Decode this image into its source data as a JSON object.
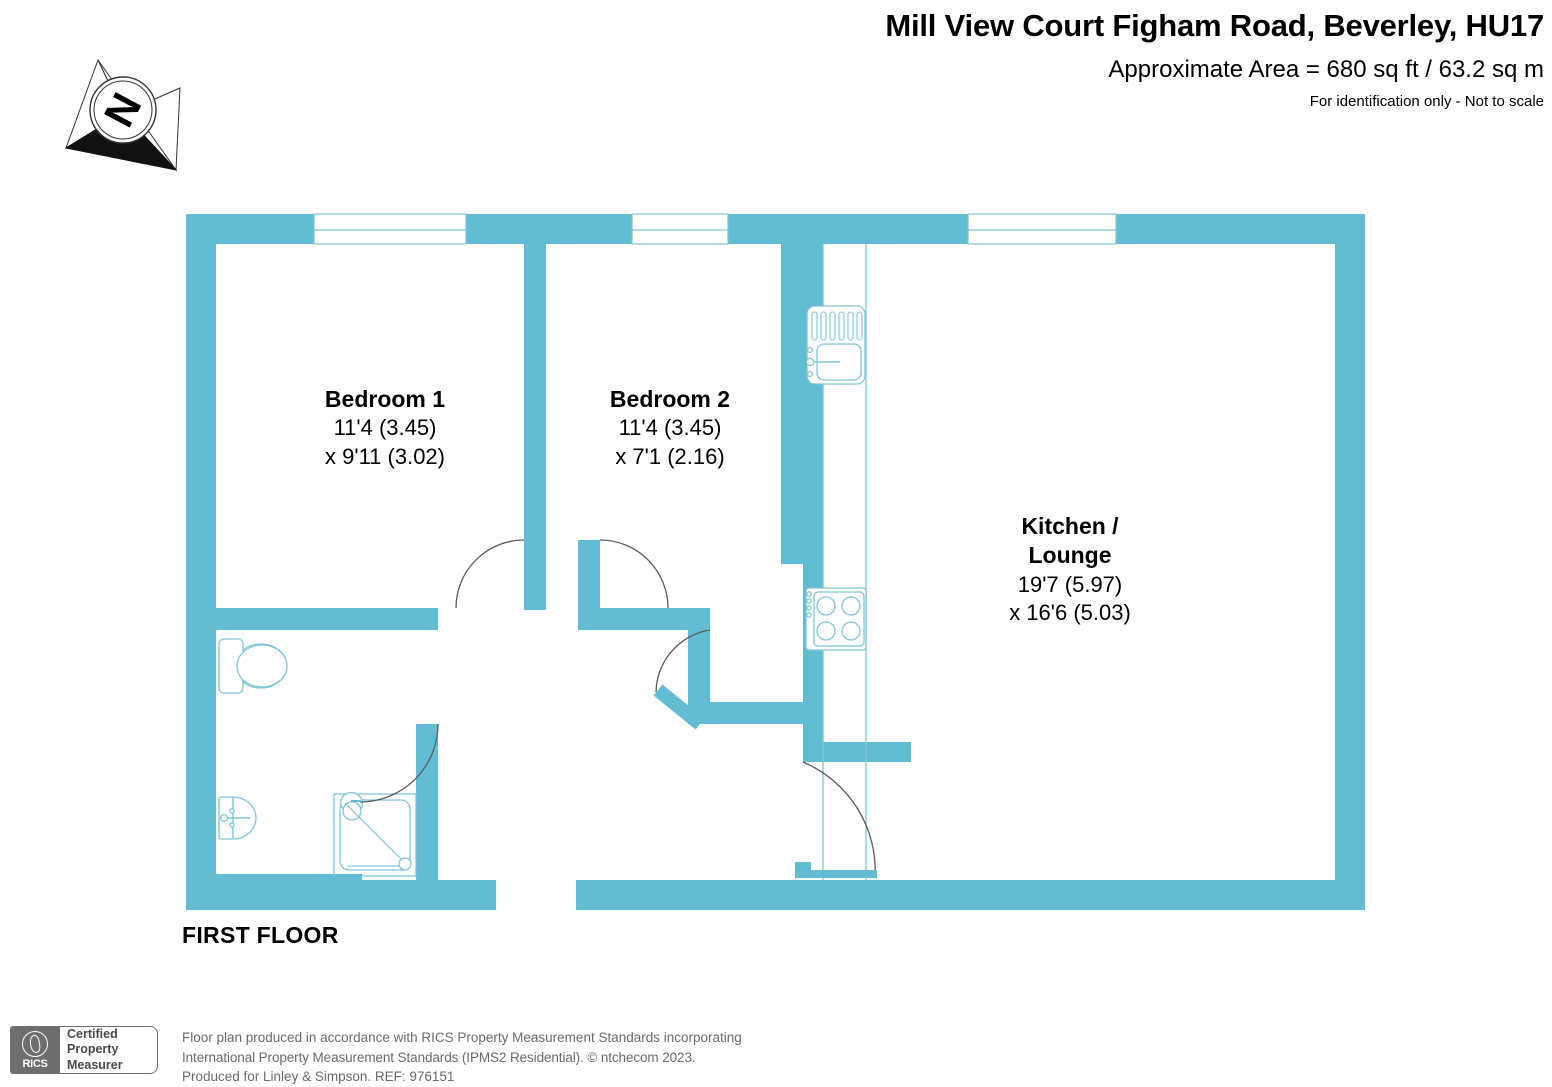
{
  "header": {
    "title": "Mill View Court Figham Road, Beverley, HU17",
    "area": "Approximate Area = 680 sq ft / 63.2 sq m",
    "disclaimer": "For identification only - Not to scale"
  },
  "compass": {
    "letter": "N",
    "icon": "compass-rose-icon"
  },
  "floor": {
    "name": "FIRST FLOOR"
  },
  "colors": {
    "wall": "#62BDD2",
    "fixture_stroke": "#7FC5D6",
    "door_arc": "#5a5a5a",
    "text": "#000000",
    "footer_text": "#6a6a6a",
    "rics_grey": "#6e6e6e"
  },
  "rooms": [
    {
      "id": "bedroom-1",
      "name": "Bedroom 1",
      "dim_line_1": "11'4 (3.45)",
      "dim_line_2": "x 9'11 (3.02)"
    },
    {
      "id": "bedroom-2",
      "name": "Bedroom 2",
      "dim_line_1": "11'4 (3.45)",
      "dim_line_2": "x 7'1 (2.16)"
    },
    {
      "id": "kitchen-lounge",
      "name_line_1": "Kitchen /",
      "name_line_2": "Lounge",
      "dim_line_1": "19'7 (5.97)",
      "dim_line_2": "x 16'6 (5.03)"
    }
  ],
  "fixtures": [
    {
      "name": "kitchen-sink-icon"
    },
    {
      "name": "hob-icon"
    },
    {
      "name": "toilet-icon"
    },
    {
      "name": "wash-basin-icon"
    },
    {
      "name": "shower-tray-icon"
    }
  ],
  "footer": {
    "rics_badge": {
      "mark_word": "RICS",
      "line1": "Certified",
      "line2": "Property",
      "line3": "Measurer"
    },
    "note_line_1": "Floor plan produced in accordance with RICS Property Measurement Standards incorporating",
    "note_line_2": "International Property Measurement Standards (IPMS2 Residential).   © ntchecom 2023.",
    "note_line_3": "Produced for Linley & Simpson.   REF: 976151"
  }
}
